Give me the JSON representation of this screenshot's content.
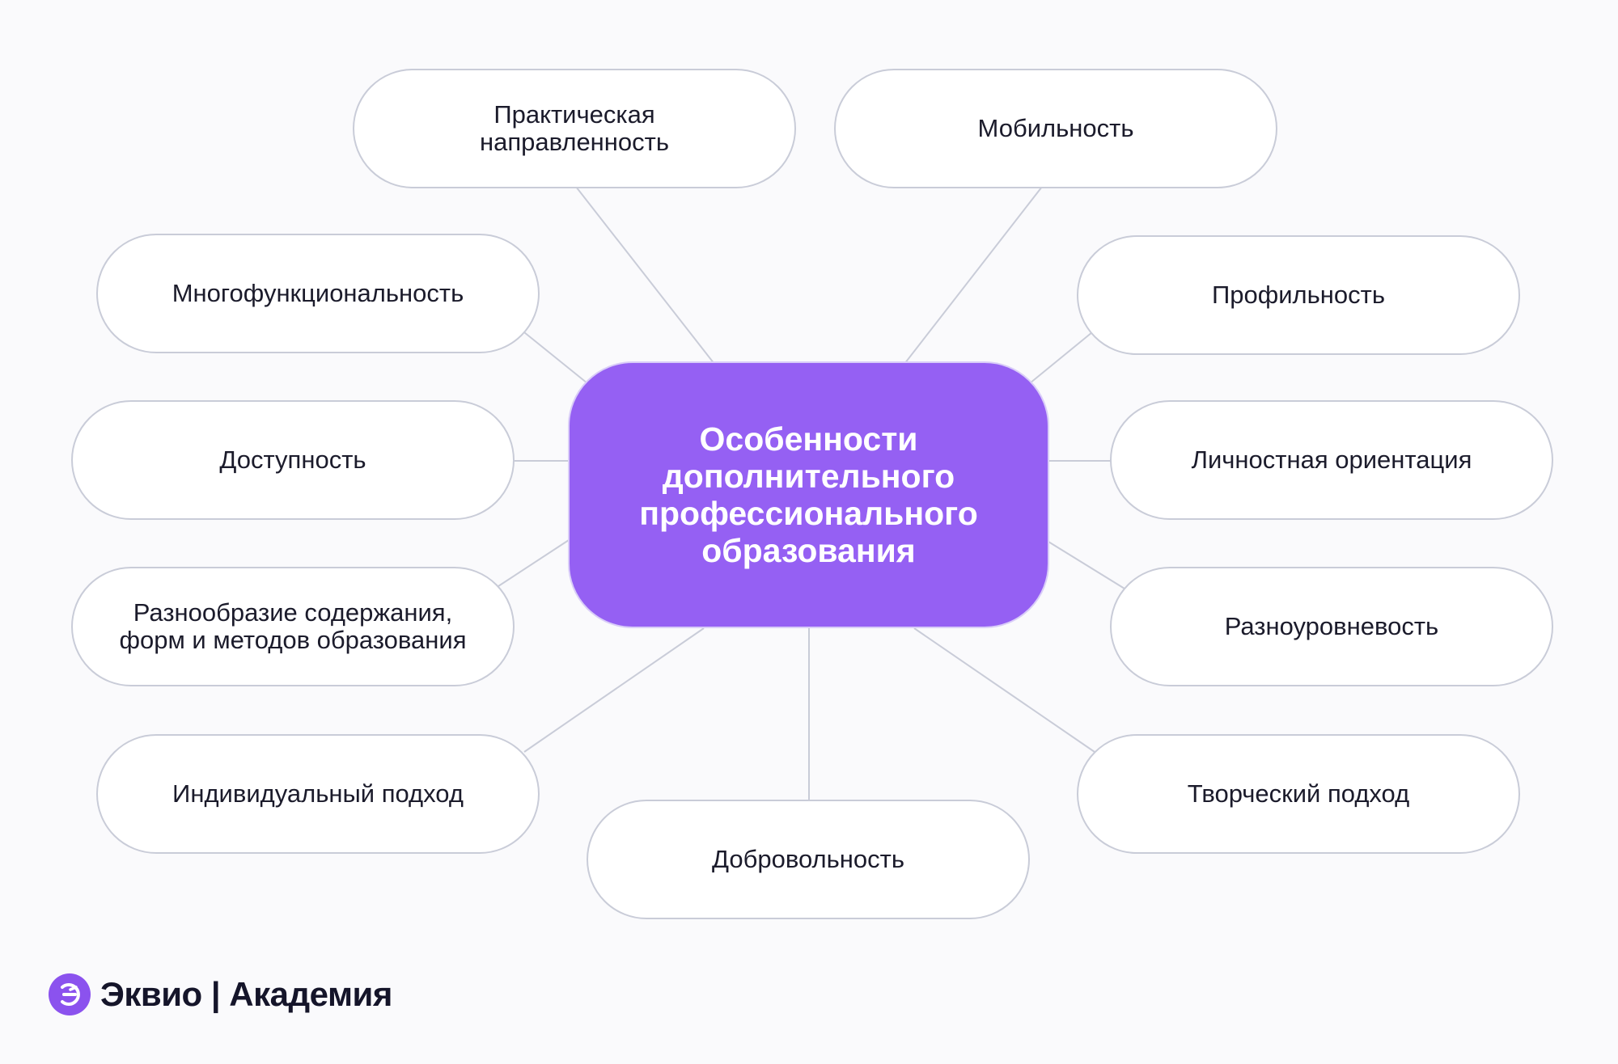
{
  "center": {
    "label": "Особенности\nдополнительного\nпрофессионального\nобразования",
    "fill_color": "#9560f3"
  },
  "nodes": [
    {
      "id": "practical-orientation",
      "label": "Практическая\nнаправленность"
    },
    {
      "id": "mobility",
      "label": "Мобильность"
    },
    {
      "id": "multifunctionality",
      "label": "Многофункциональность"
    },
    {
      "id": "profiling",
      "label": "Профильность"
    },
    {
      "id": "accessibility",
      "label": "Доступность"
    },
    {
      "id": "personal-orientation",
      "label": "Личностная ориентация"
    },
    {
      "id": "diversity",
      "label": "Разнообразие содержания,\nформ и методов образования"
    },
    {
      "id": "multilevel",
      "label": "Разноуровневость"
    },
    {
      "id": "individual-approach",
      "label": "Индивидуальный подход"
    },
    {
      "id": "creative-approach",
      "label": "Творческий подход"
    },
    {
      "id": "voluntariness",
      "label": "Добровольность"
    }
  ],
  "logo": {
    "text": "Эквио | Академия",
    "icon": "ekvio-logo-icon",
    "color": "#8b52ee"
  },
  "colors": {
    "background": "#fafafc",
    "node_border": "#c9ccd8",
    "connector": "#c9ccd8",
    "text": "#1b1b2b"
  }
}
